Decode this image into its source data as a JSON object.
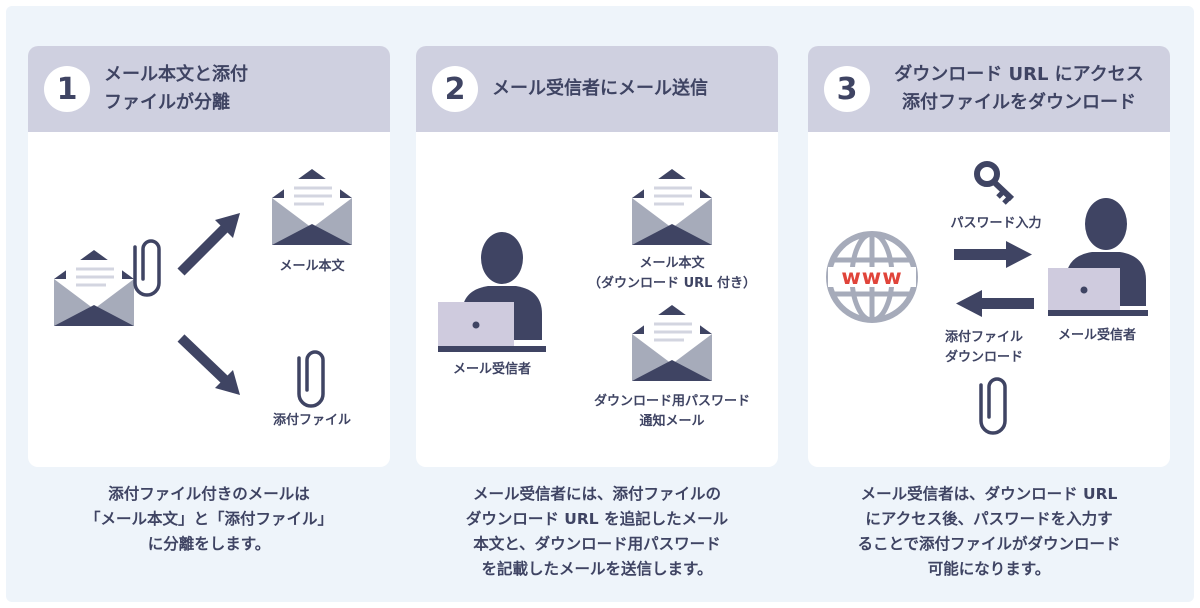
{
  "steps": [
    {
      "number": "1",
      "title_line1": "メール本文と添付",
      "title_line2": "ファイルが分離",
      "label_body": "メール本文",
      "label_attachment": "添付ファイル",
      "desc": [
        "添付ファイル付きのメールは",
        "「メール本文」と「添付ファイル」",
        "に分離をします。"
      ]
    },
    {
      "number": "2",
      "title": "メール受信者にメール送信",
      "label_recipient": "メール受信者",
      "label_body_line1": "メール本文",
      "label_body_line2": "（ダウンロード URL 付き）",
      "label_pw_line1": "ダウンロード用パスワード",
      "label_pw_line2": "通知メール",
      "desc": [
        "メール受信者には、添付ファイルの",
        "ダウンロード URL を追記したメール",
        "本文と、ダウンロード用パスワード",
        "を記載したメールを送信します。"
      ]
    },
    {
      "number": "3",
      "title_line1": "ダウンロード URL にアクセス",
      "title_line2": "添付ファイルをダウンロード",
      "www": "www",
      "label_password": "パスワード入力",
      "label_dl_line1": "添付ファイル",
      "label_dl_line2": "ダウンロード",
      "label_recipient": "メール受信者",
      "desc": [
        "メール受信者は、ダウンロード URL",
        "にアクセス後、パスワードを入力す",
        "ることで添付ファイルがダウンロード",
        "可能になります。"
      ]
    }
  ],
  "icons": [
    "envelope-icon",
    "paperclip-icon",
    "arrow-icon",
    "person-icon",
    "laptop-icon",
    "key-icon",
    "globe-icon"
  ],
  "colors": {
    "navy": "#3f4463",
    "header": "#cfd0e0",
    "background": "#eef4fa",
    "envelope_gray": "#a6abba",
    "laptop": "#cfcbde",
    "www_red": "#e0443a"
  }
}
